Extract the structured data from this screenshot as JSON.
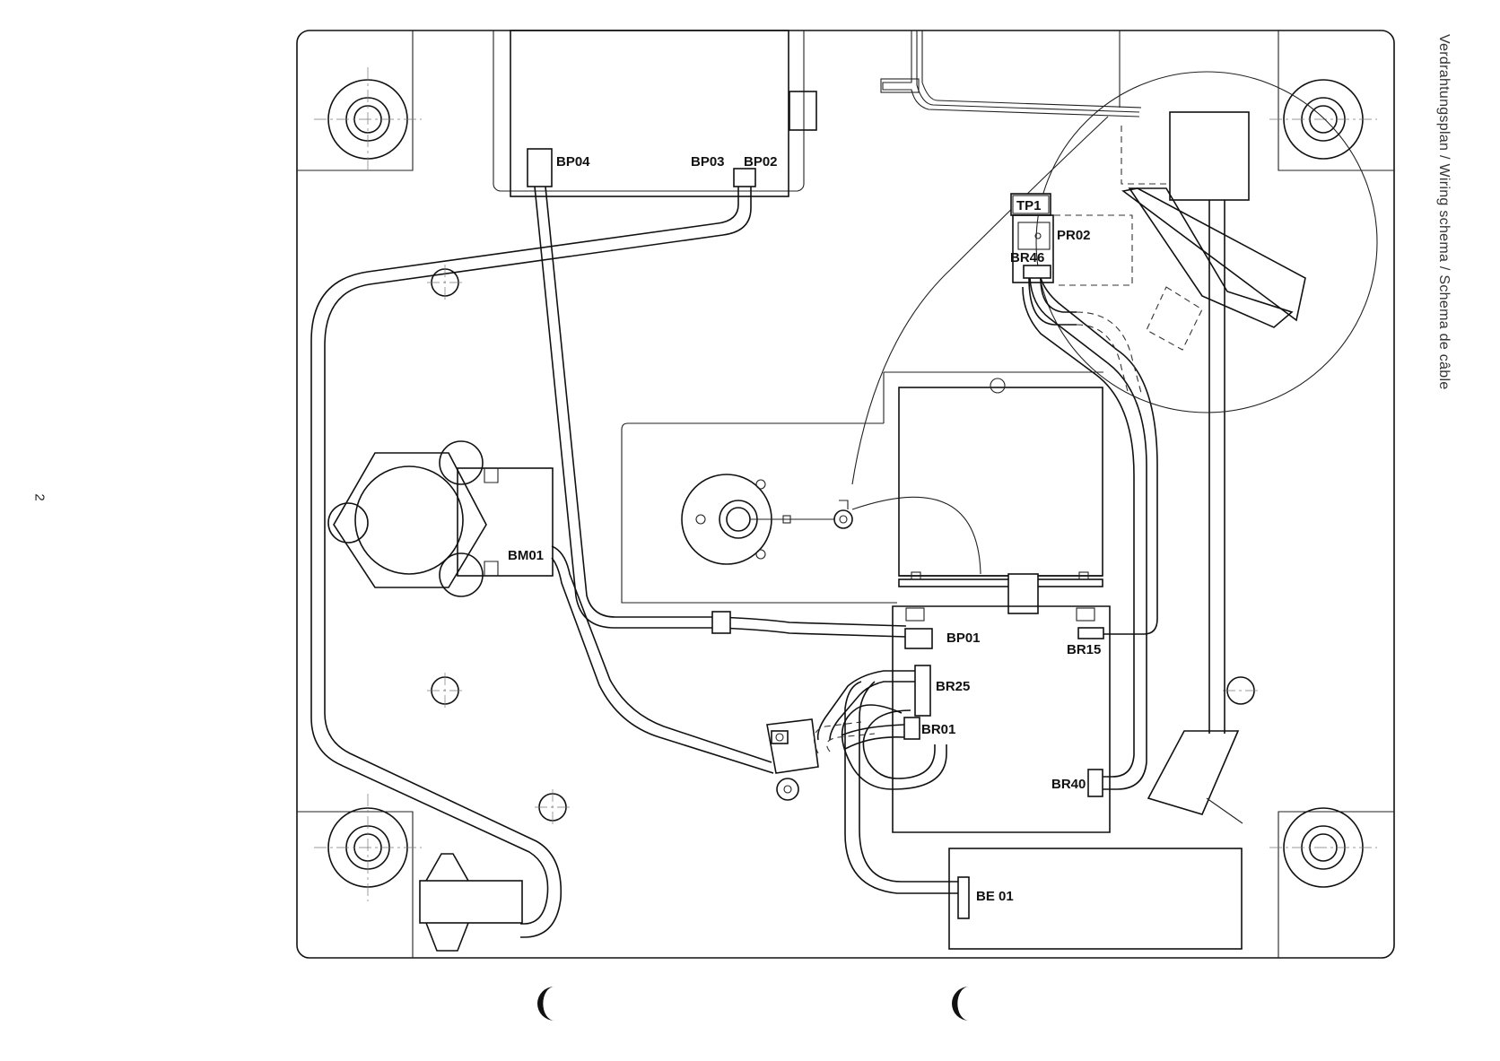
{
  "page_number": "2",
  "title": "Verdrahtungsplan / Wiring schema / Schema de câble",
  "connectors": {
    "bp04": "BP04",
    "bp03": "BP03",
    "bp02": "BP02",
    "tp1": "TP1",
    "pr02": "PR02",
    "br46": "BR46",
    "bm01": "BM01",
    "bp01": "BP01",
    "br15": "BR15",
    "br25": "BR25",
    "br01": "BR01",
    "br40": "BR40",
    "be01": "BE 01"
  }
}
